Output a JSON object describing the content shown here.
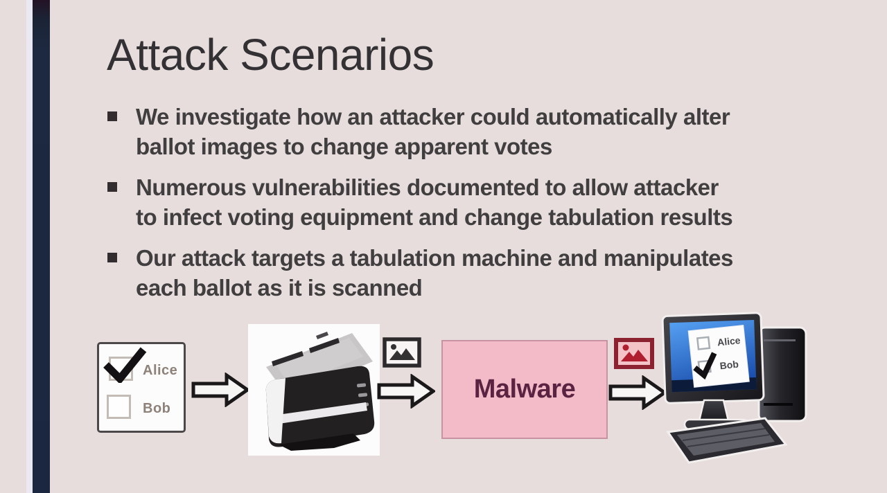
{
  "slide": {
    "title": "Attack Scenarios",
    "bullets": [
      {
        "lines": [
          "We investigate how an attacker could automatically alter",
          "ballot images to change apparent votes"
        ]
      },
      {
        "lines": [
          "Numerous vulnerabilities documented to allow attacker",
          "to infect voting equipment and change tabulation results"
        ]
      },
      {
        "lines": [
          "Our attack targets a tabulation machine and manipulates",
          "each ballot as it is scanned"
        ]
      }
    ]
  },
  "diagram": {
    "paper_ballot": {
      "options": [
        {
          "label": "Alice",
          "checked": true
        },
        {
          "label": "Bob",
          "checked": false
        }
      ]
    },
    "malware_box": {
      "label": "Malware"
    },
    "screen_ballot": {
      "options": [
        {
          "label": "Alice",
          "checked": false
        },
        {
          "label": "Bob",
          "checked": true
        }
      ]
    },
    "icons": {
      "flow_arrow": "right-arrow-icon",
      "ballot_image": "image-file-icon",
      "altered_ballot_image": "altered-image-file-icon",
      "scanner": "document-scanner-illustration",
      "computer": "desktop-computer-illustration"
    },
    "colors": {
      "background": "#e6dddc",
      "accent_bar": "#1c2840",
      "malware_fill": "#f3bac7",
      "malware_text": "#5b2342",
      "alert_red": "#8c2130",
      "screen_blue": "#2f6fd6"
    }
  }
}
